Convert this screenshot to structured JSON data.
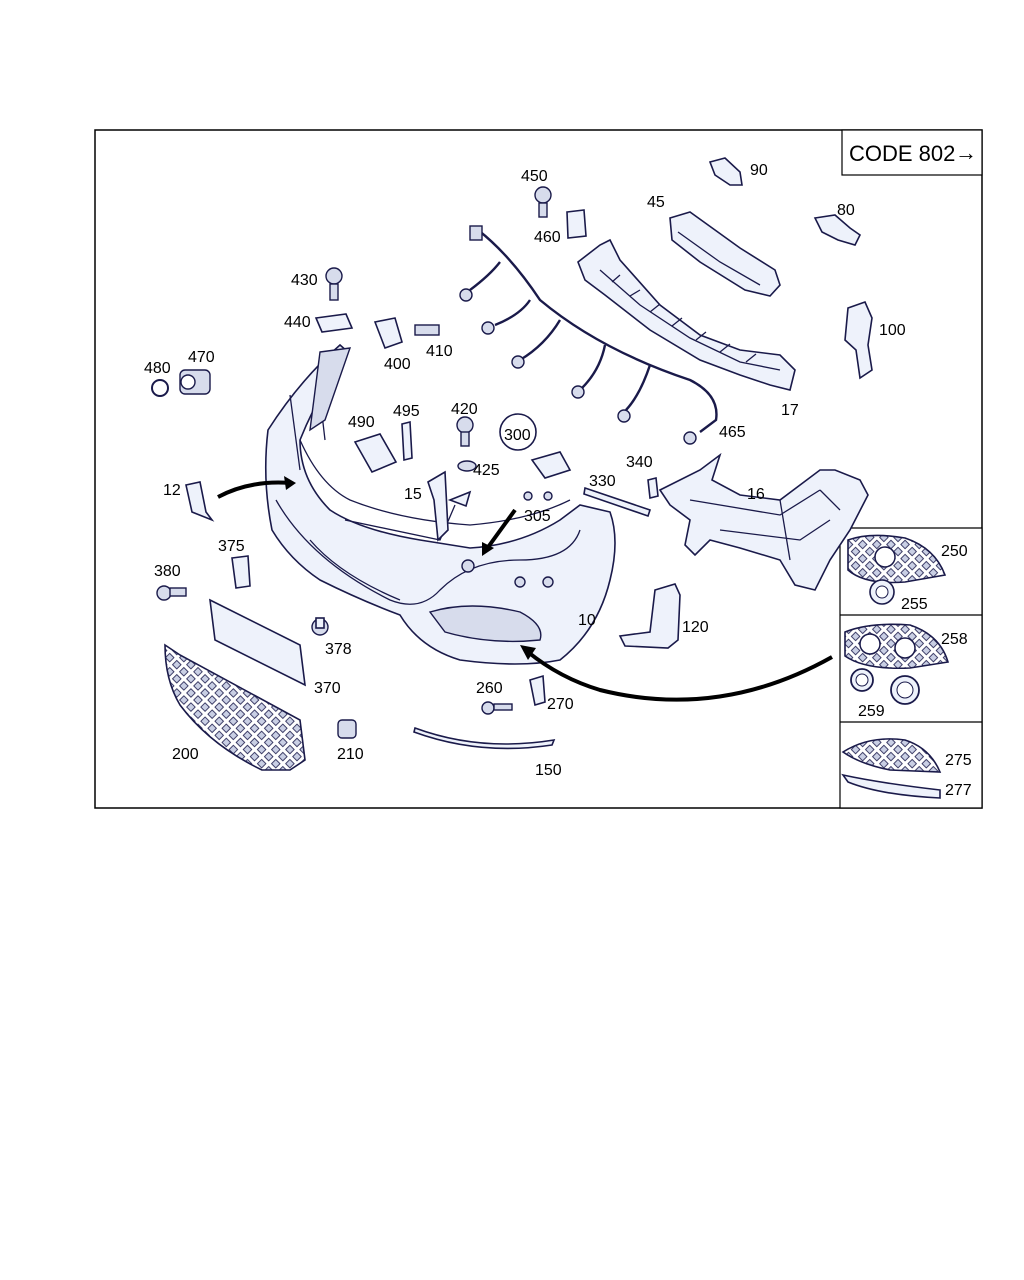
{
  "diagram": {
    "code_box": {
      "text": "CODE 802",
      "arrow_glyph": "→"
    },
    "labels": [
      {
        "id": "p10",
        "text": "10"
      },
      {
        "id": "p12",
        "text": "12"
      },
      {
        "id": "p15",
        "text": "15"
      },
      {
        "id": "p16",
        "text": "16"
      },
      {
        "id": "p17",
        "text": "17"
      },
      {
        "id": "p45",
        "text": "45"
      },
      {
        "id": "p80",
        "text": "80"
      },
      {
        "id": "p90",
        "text": "90"
      },
      {
        "id": "p100",
        "text": "100"
      },
      {
        "id": "p120",
        "text": "120"
      },
      {
        "id": "p150",
        "text": "150"
      },
      {
        "id": "p200",
        "text": "200"
      },
      {
        "id": "p210",
        "text": "210"
      },
      {
        "id": "p250",
        "text": "250"
      },
      {
        "id": "p255",
        "text": "255"
      },
      {
        "id": "p258",
        "text": "258"
      },
      {
        "id": "p259",
        "text": "259"
      },
      {
        "id": "p260",
        "text": "260"
      },
      {
        "id": "p270",
        "text": "270"
      },
      {
        "id": "p275",
        "text": "275"
      },
      {
        "id": "p277",
        "text": "277"
      },
      {
        "id": "p300",
        "text": "300"
      },
      {
        "id": "p305",
        "text": "305"
      },
      {
        "id": "p330",
        "text": "330"
      },
      {
        "id": "p340",
        "text": "340"
      },
      {
        "id": "p370",
        "text": "370"
      },
      {
        "id": "p375",
        "text": "375"
      },
      {
        "id": "p378",
        "text": "378"
      },
      {
        "id": "p380",
        "text": "380"
      },
      {
        "id": "p400",
        "text": "400"
      },
      {
        "id": "p410",
        "text": "410"
      },
      {
        "id": "p420",
        "text": "420"
      },
      {
        "id": "p425",
        "text": "425"
      },
      {
        "id": "p430",
        "text": "430"
      },
      {
        "id": "p440",
        "text": "440"
      },
      {
        "id": "p450",
        "text": "450"
      },
      {
        "id": "p460",
        "text": "460"
      },
      {
        "id": "p465",
        "text": "465"
      },
      {
        "id": "p470",
        "text": "470"
      },
      {
        "id": "p480",
        "text": "480"
      },
      {
        "id": "p490",
        "text": "490"
      },
      {
        "id": "p495",
        "text": "495"
      }
    ]
  },
  "colors": {
    "line": "#1a1a4a",
    "fill": "#eef2fb",
    "frame": "#000000"
  }
}
